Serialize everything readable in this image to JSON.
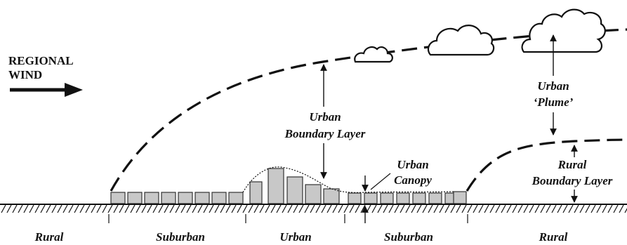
{
  "wind": {
    "line1": "REGIONAL",
    "line2": "WIND"
  },
  "annotations": {
    "urban_boundary_layer": {
      "line1": "Urban",
      "line2": "Boundary Layer"
    },
    "urban_canopy": {
      "line1": "Urban",
      "line2": "Canopy"
    },
    "urban_plume": {
      "line1": "Urban",
      "line2": "‘Plume’"
    },
    "rural_boundary_layer": {
      "line1": "Rural",
      "line2": "Boundary Layer"
    }
  },
  "zones": [
    "Rural",
    "Suburban",
    "Urban",
    "Suburban",
    "Rural"
  ],
  "colors": {
    "buildings": "#c8c8c8",
    "lines": "#111111"
  }
}
